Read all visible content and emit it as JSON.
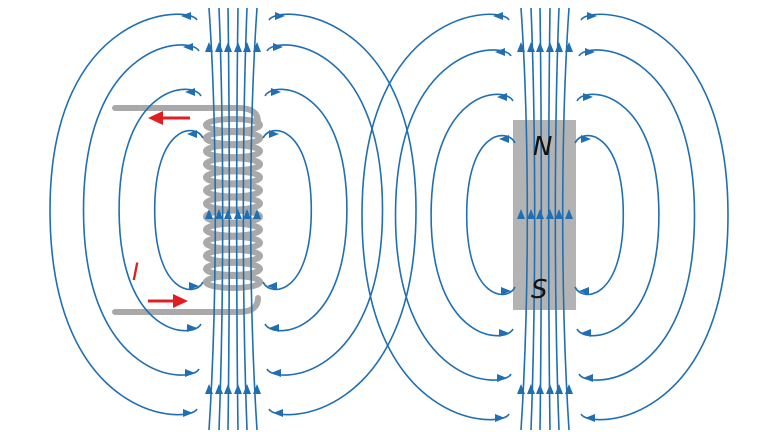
{
  "colors": {
    "field_line": "#1f6fb2",
    "coil": "#a9a9a9",
    "magnet": "#b3b3b3",
    "current_arrow": "#e02020",
    "label": "#111111",
    "background": "#ffffff"
  },
  "solenoid": {
    "current_label": "I",
    "current_arrow_top": "leftward",
    "current_arrow_bottom": "rightward"
  },
  "bar_magnet": {
    "north_label": "N",
    "south_label": "S"
  },
  "field_direction": "upward"
}
